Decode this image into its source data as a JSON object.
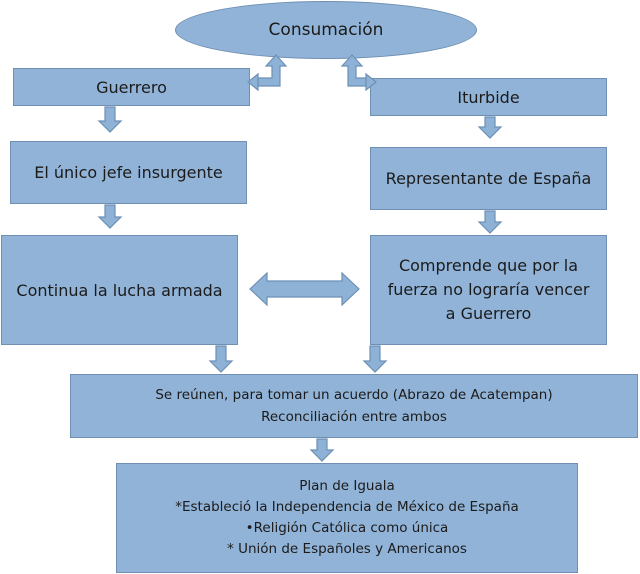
{
  "diagram": {
    "top": "Consumación",
    "left_column": {
      "title": "Guerrero",
      "box1": "El único jefe insurgente",
      "box2": "Continua la lucha armada"
    },
    "right_column": {
      "title": "Iturbide",
      "box1": "Representante de España",
      "box2_lines": [
        "Comprende que por la",
        "fuerza no lograría vencer",
        "a Guerrero"
      ]
    },
    "meeting": {
      "lines": [
        "Se reúnen, para tomar un acuerdo (Abrazo de Acatempan)",
        "Reconciliación entre ambos"
      ]
    },
    "plan": {
      "lines": [
        "Plan de Iguala",
        "*Estableció la Independencia de México de España",
        "•Religión Católica como única",
        "* Unión de Españoles y Americanos"
      ]
    }
  }
}
